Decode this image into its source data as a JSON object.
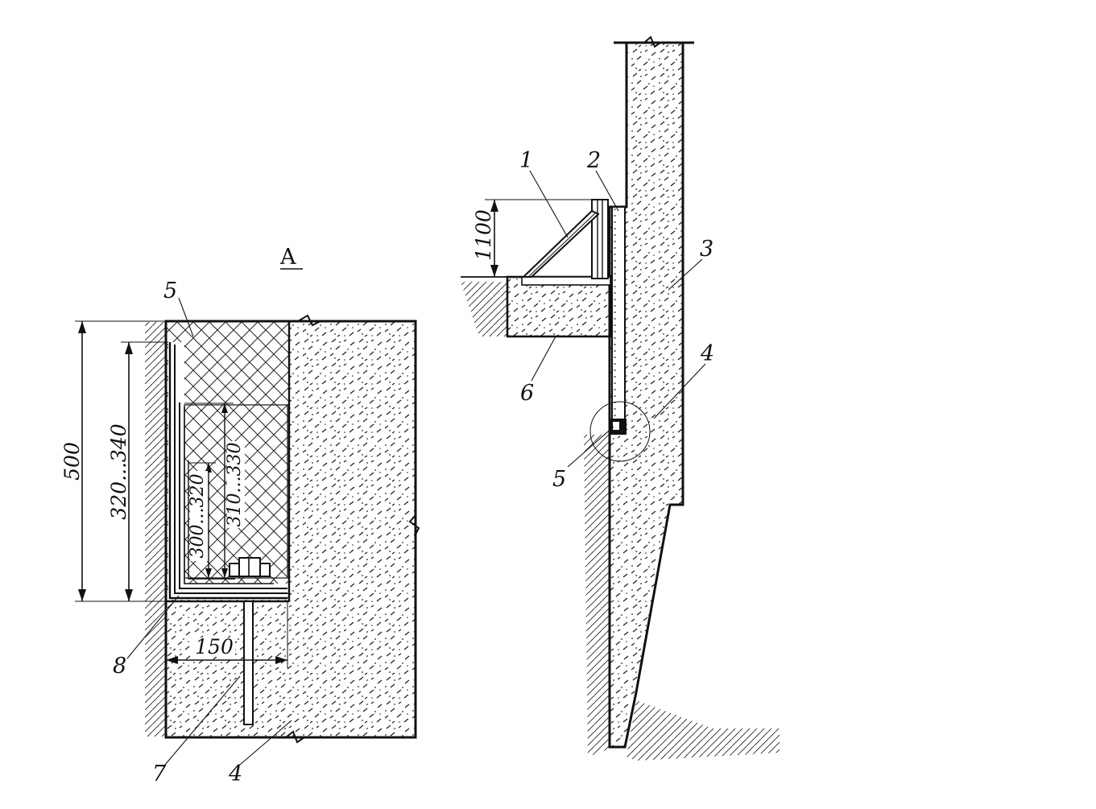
{
  "view_title": "A",
  "section": {
    "callouts": [
      "5",
      "8",
      "7",
      "4"
    ],
    "dimensions": {
      "total_height": "500",
      "pit_depth": "320...340",
      "outer_depth": "310...330",
      "inner_depth": "300...320",
      "width": "150"
    }
  },
  "elevation": {
    "callouts": [
      "1",
      "2",
      "3",
      "4",
      "5",
      "6"
    ],
    "dimensions": {
      "railing_height": "1100"
    }
  },
  "colors": {
    "ink": "#111111",
    "background": "#ffffff"
  }
}
